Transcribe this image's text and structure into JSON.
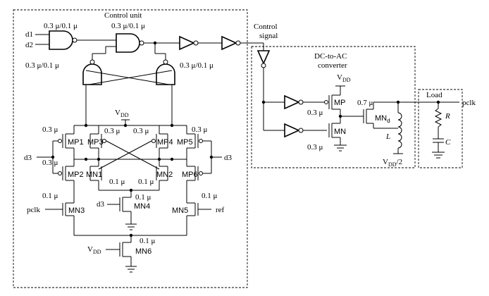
{
  "blocks": {
    "control_unit": "Control unit",
    "control_signal_1": "Control",
    "control_signal_2": "signal",
    "converter_1": "DC-to-AC",
    "converter_2": "converter",
    "load": "Load"
  },
  "sizes": {
    "nand_in": "0.3 μ/0.1 μ",
    "nand_out": "0.3 μ/0.1 μ",
    "latch_left": "0.3 μ/0.1 μ",
    "latch_right": "0.3 μ/0.1 μ",
    "mp1": "0.3 μ",
    "mp3": "0.3 μ",
    "mp4": "0.3 μ",
    "mp5": "0.3 μ",
    "mp2": "0.3 μ",
    "mn1": "0.1 μ",
    "mn2": "0.1 μ",
    "mn3": "0.1 μ",
    "mn4": "0.1 μ",
    "mn5": "0.1 μ",
    "mn6": "0.1 μ",
    "conv_mp": "0.3 μ",
    "conv_mn": "0.3 μ",
    "conv_mnd": "0.7 μ"
  },
  "transistors": {
    "mp1": "MP1",
    "mp2": "MP2",
    "mp3": "MP3",
    "mp4": "MP4",
    "mp5": "MP5",
    "mp6": "MP6",
    "mn1": "MN1",
    "mn2": "MN2",
    "mn3": "MN3",
    "mn4": "MN4",
    "mn5": "MN5",
    "mn6": "MN6",
    "conv_mp": "MP",
    "conv_mn": "MN",
    "conv_mnd": "MN",
    "conv_mnd_sub": "d"
  },
  "nets": {
    "d1": "d1",
    "d2": "d2",
    "d3_left": "d3",
    "d3_right": "d3",
    "d3_mn4": "d3",
    "pclk_in": "pclk",
    "ref": "ref",
    "pclk_out": "pclk",
    "vdd": "V",
    "vdd_sub": "DD",
    "vdd_half": "/2"
  },
  "components": {
    "inductor": "L",
    "resistor": "R",
    "capacitor": "C"
  }
}
